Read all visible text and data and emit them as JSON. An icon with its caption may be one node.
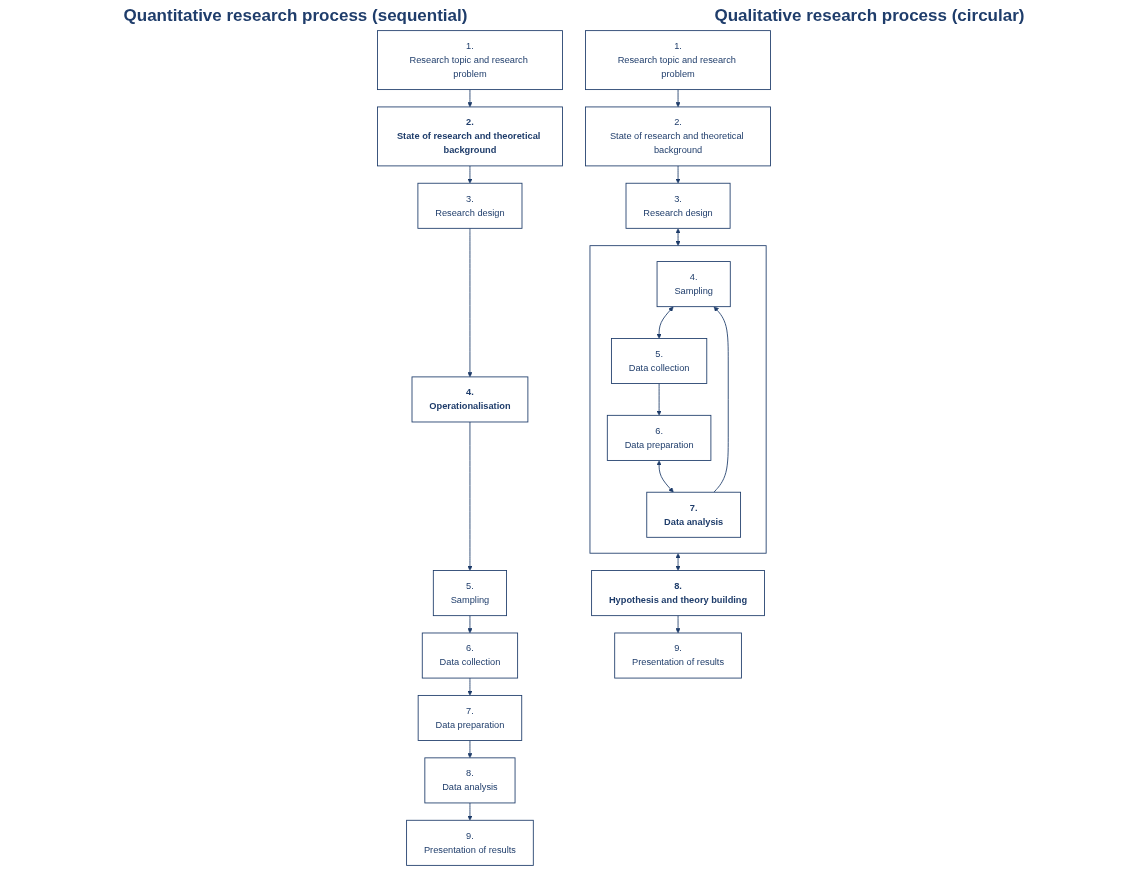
{
  "diagram": {
    "nodes": [
      {
        "text": [
          "1.",
          "Research topic and research problem"
        ]
      },
      {
        "text": [
          "2.",
          "State of research and theoretical background"
        ]
      },
      {
        "text": [
          "3.",
          "Research design"
        ]
      },
      {
        "text": [
          "4.",
          "Operationalisation"
        ]
      },
      {
        "text": [
          "5.",
          "Sampling"
        ]
      },
      {
        "text": [
          "6.",
          "Data collection"
        ]
      },
      {
        "text": [
          "7.",
          "Data preparation"
        ]
      },
      {
        "text": [
          "8.",
          "Data analysis"
        ]
      },
      {
        "text": [
          "9.",
          "Presentation of results"
        ]
      },
      {
        "text": [
          "1.",
          "Research topic and research problem"
        ]
      },
      {
        "text": [
          "2.",
          "State of research and theoretical background"
        ]
      },
      {
        "text": [
          "3.",
          "Research design"
        ]
      },
      {
        "text": [],
        "shape": "box"
      },
      {
        "text": [
          "4.",
          "Sampling"
        ],
        "in": 12
      },
      {
        "text": [
          "7.",
          "Data analysis"
        ],
        "in": 12
      },
      {
        "text": [
          "5.",
          "Data collection"
        ],
        "in": 12
      },
      {
        "text": [
          "6.",
          "Data preparation"
        ],
        "in": 12
      },
      {
        "text": [
          "8.",
          "Hypothesis and theory building"
        ]
      },
      {
        "text": [
          "9.",
          "Presentation of results"
        ]
      }
    ],
    "edges": [
      {
        "from": 0,
        "to": 1,
        "arrow": "to"
      },
      {
        "from": 1,
        "to": 2,
        "arrow": "to"
      },
      {
        "from": 2,
        "to": 3,
        "arrow": "to"
      },
      {
        "from": 3,
        "to": 4,
        "arrow": "to"
      },
      {
        "from": 4,
        "to": 5,
        "arrow": "to"
      },
      {
        "from": 5,
        "to": 6,
        "arrow": "to"
      },
      {
        "from": 6,
        "to": 7,
        "arrow": "to"
      },
      {
        "from": 7,
        "to": 8,
        "arrow": "to"
      },
      {
        "from": 9,
        "to": 10,
        "arrow": "to"
      },
      {
        "from": 10,
        "to": 11,
        "arrow": "to"
      },
      {
        "from": 11,
        "to": 12,
        "arrow": "both"
      },
      {
        "from": 13,
        "to": 15,
        "arrow": "both"
      },
      {
        "from": 15,
        "to": 16,
        "arrow": "to"
      },
      {
        "from": 16,
        "to": 14,
        "arrow": "both"
      },
      {
        "from": 14,
        "to": 13,
        "arrow": "to"
      },
      {
        "from": 12,
        "to": 17,
        "arrow": "both"
      },
      {
        "from": 17,
        "to": 18,
        "arrow": "to"
      }
    ],
    "labels": [
      "Quantitative research process (sequential)",
      "Qualitative research process (circular)"
    ]
  }
}
